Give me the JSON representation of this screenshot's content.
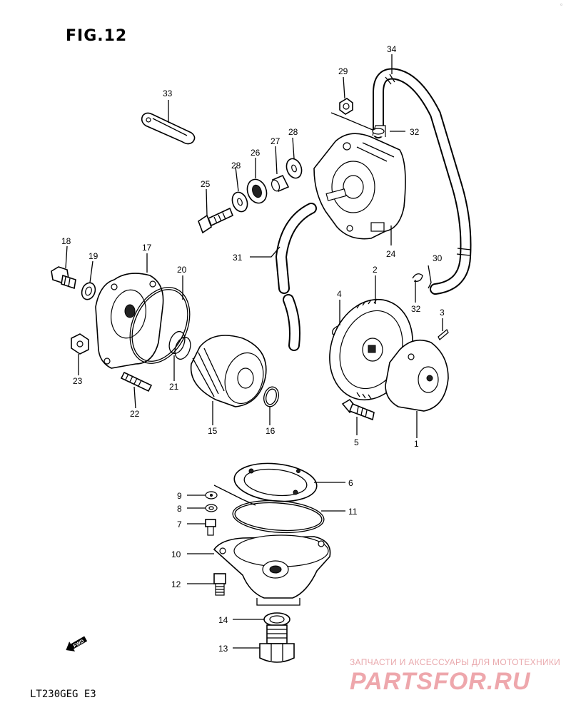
{
  "figure": {
    "title": "FIG.12",
    "model": "LT230GEG E3"
  },
  "watermark": {
    "tagline": "ЗАПЧАСТИ И АКСЕССУАРЫ ДЛЯ МОТОТЕХНИКИ",
    "brand": "PARTSFOR.RU"
  },
  "fwd_label": "FWD",
  "parts": [
    {
      "no": "1"
    },
    {
      "no": "2"
    },
    {
      "no": "3"
    },
    {
      "no": "4"
    },
    {
      "no": "5"
    },
    {
      "no": "6"
    },
    {
      "no": "7"
    },
    {
      "no": "8"
    },
    {
      "no": "9"
    },
    {
      "no": "10"
    },
    {
      "no": "11"
    },
    {
      "no": "12"
    },
    {
      "no": "13"
    },
    {
      "no": "14"
    },
    {
      "no": "15"
    },
    {
      "no": "16"
    },
    {
      "no": "17"
    },
    {
      "no": "18"
    },
    {
      "no": "19"
    },
    {
      "no": "20"
    },
    {
      "no": "21"
    },
    {
      "no": "22"
    },
    {
      "no": "23"
    },
    {
      "no": "24"
    },
    {
      "no": "25"
    },
    {
      "no": "26"
    },
    {
      "no": "27"
    },
    {
      "no": "28"
    },
    {
      "no": "28"
    },
    {
      "no": "29"
    },
    {
      "no": "30"
    },
    {
      "no": "31"
    },
    {
      "no": "32"
    },
    {
      "no": "32"
    },
    {
      "no": "33"
    },
    {
      "no": "34"
    }
  ]
}
